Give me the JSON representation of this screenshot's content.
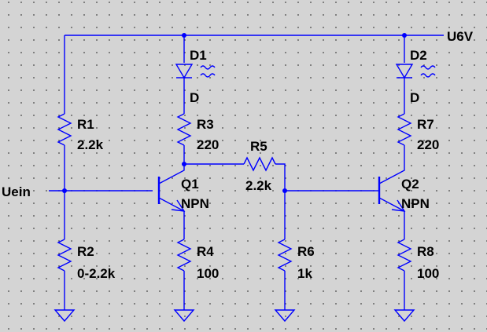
{
  "supply_label": "U6V",
  "input_label": "Uein",
  "components": {
    "d1": {
      "name": "D1",
      "value": "D"
    },
    "d2": {
      "name": "D2",
      "value": "D"
    },
    "r1": {
      "name": "R1",
      "value": "2.2k"
    },
    "r2": {
      "name": "R2",
      "value": "0-2.2k"
    },
    "r3": {
      "name": "R3",
      "value": "220"
    },
    "r4": {
      "name": "R4",
      "value": "100"
    },
    "r5": {
      "name": "R5",
      "value": "2.2k"
    },
    "r6": {
      "name": "R6",
      "value": "1k"
    },
    "r7": {
      "name": "R7",
      "value": "220"
    },
    "r8": {
      "name": "R8",
      "value": "100"
    },
    "q1": {
      "name": "Q1",
      "value": "NPN"
    },
    "q2": {
      "name": "Q2",
      "value": "NPN"
    }
  },
  "colors": {
    "wire": "#0000ff",
    "background": "#d4d4d4",
    "grid_dot": "#555555",
    "text": "#000000"
  }
}
